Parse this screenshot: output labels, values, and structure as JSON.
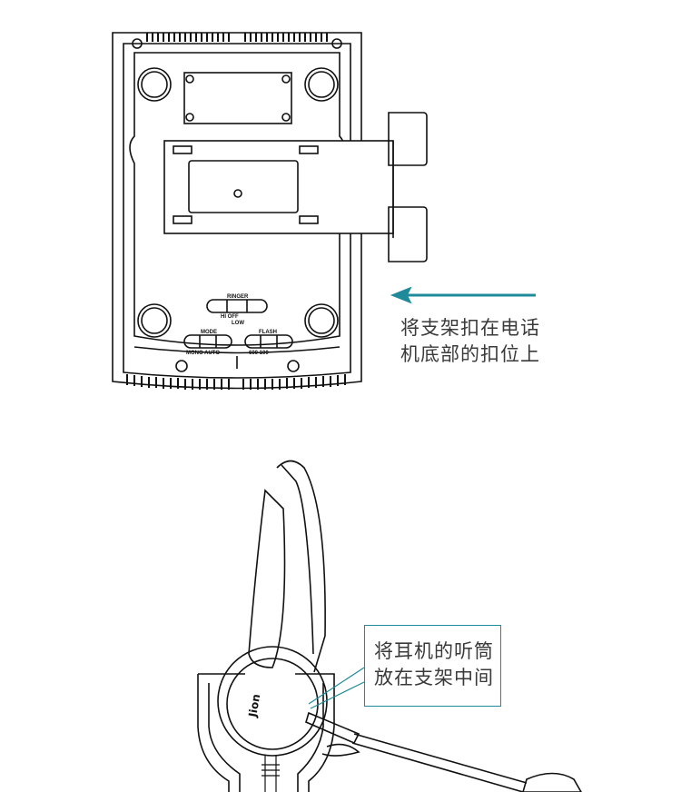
{
  "step1": {
    "caption_lines": [
      "将支架扣在电话",
      "机底部的扣位上"
    ],
    "switch_labels": {
      "ringer": "RINGER",
      "ringer_options": "HI   OFF",
      "ringer_low": "LOW",
      "mode": "MODE",
      "mode_options": "MONO   AUTO",
      "flash": "FLASH",
      "flash_options": "600   100"
    },
    "arrow_color": "#1f8b9a"
  },
  "step2": {
    "caption_lines": [
      "将耳机的听筒",
      "放在支架中间"
    ],
    "callout_color": "#1f8b9a"
  }
}
